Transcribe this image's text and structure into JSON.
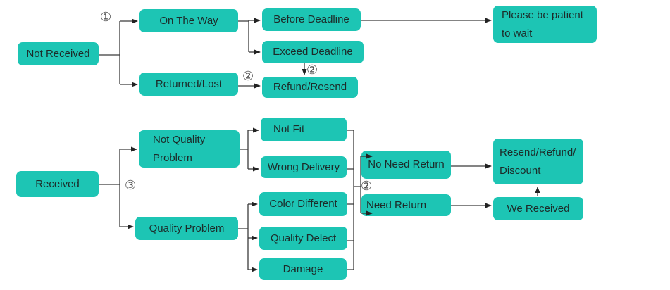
{
  "diagram": {
    "title": "order-dispute-resolution-flowchart",
    "colors": {
      "node_fill": "#1dc5b4",
      "node_text": "#1d2b29",
      "wire": "#3b3b3b",
      "background": "#ffffff"
    },
    "nodes": {
      "not_received": {
        "label": "Not Received"
      },
      "on_the_way": {
        "label": "On The Way"
      },
      "returned_lost": {
        "label": "Returned/Lost"
      },
      "before_deadline": {
        "label": "Before Deadline"
      },
      "exceed_deadline": {
        "label": "Exceed Deadline"
      },
      "refund_resend": {
        "label": "Refund/Resend"
      },
      "please_wait": {
        "label": "Please be patient\nto wait"
      },
      "received": {
        "label": "Received"
      },
      "not_quality_problem": {
        "label": "Not Quality\nProblem"
      },
      "quality_problem": {
        "label": "Quality Problem"
      },
      "not_fit": {
        "label": "Not Fit"
      },
      "wrong_delivery": {
        "label": "Wrong Delivery"
      },
      "color_different": {
        "label": "Color Different"
      },
      "quality_delect": {
        "label": "Quality Delect"
      },
      "damage": {
        "label": "Damage"
      },
      "no_need_return": {
        "label": "No Need Return"
      },
      "need_return": {
        "label": "Need Return"
      },
      "resend_refund_discount": {
        "label": "Resend/Refund/\nDiscount"
      },
      "we_received": {
        "label": "We Received"
      }
    },
    "annotations": {
      "step1": "①",
      "step2": "②",
      "step3": "③"
    }
  }
}
